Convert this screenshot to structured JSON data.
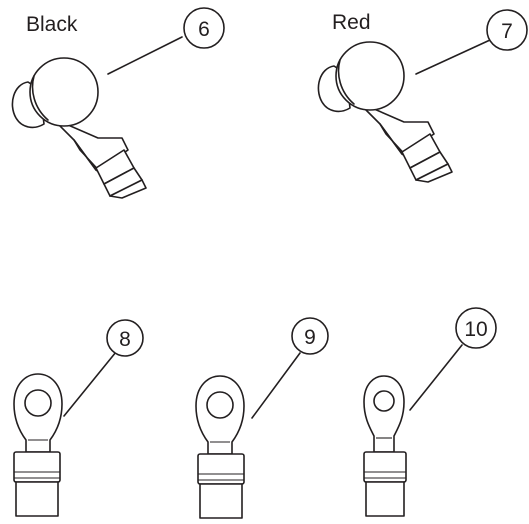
{
  "labels": {
    "black": "Black",
    "red": "Red"
  },
  "callouts": [
    {
      "id": "black-clip",
      "number": "6"
    },
    {
      "id": "red-clip",
      "number": "7"
    },
    {
      "id": "ring-terminal-1",
      "number": "8"
    },
    {
      "id": "ring-terminal-2",
      "number": "9"
    },
    {
      "id": "ring-terminal-3",
      "number": "10"
    }
  ],
  "colors": {
    "ink": "#231f20",
    "background": "#ffffff"
  }
}
